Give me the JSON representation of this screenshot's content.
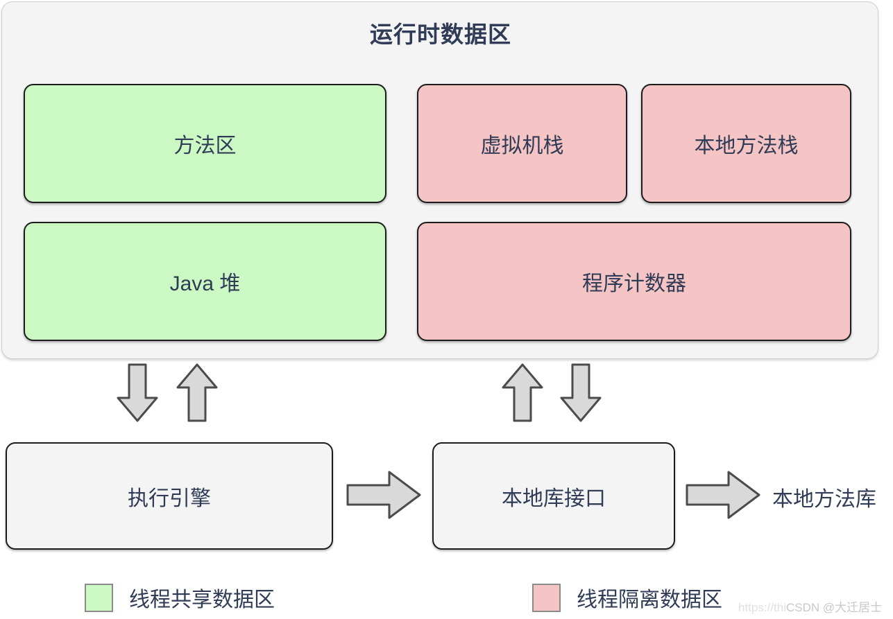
{
  "runtime_area": {
    "title": "运行时数据区",
    "regions": [
      {
        "label": "方法区",
        "type": "shared",
        "color": "#ccf8c4"
      },
      {
        "label": "虚拟机栈",
        "type": "isolated",
        "color": "#f5c4c4"
      },
      {
        "label": "本地方法栈",
        "type": "isolated",
        "color": "#f5c4c4"
      },
      {
        "label": "Java 堆",
        "type": "shared",
        "color": "#ccf8c4"
      },
      {
        "label": "程序计数器",
        "type": "isolated",
        "color": "#f5c4c4"
      }
    ]
  },
  "components": {
    "execution_engine": "执行引擎",
    "native_interface": "本地库接口",
    "native_library": "本地方法库"
  },
  "arrows": [
    {
      "name": "exec-engine-to-heap",
      "direction": "down"
    },
    {
      "name": "heap-to-exec-engine",
      "direction": "up"
    },
    {
      "name": "pc-register-to-native-iface",
      "direction": "up"
    },
    {
      "name": "native-iface-to-pc-register",
      "direction": "down"
    },
    {
      "name": "exec-engine-to-native-iface",
      "direction": "right"
    },
    {
      "name": "native-iface-to-native-lib",
      "direction": "right"
    }
  ],
  "legend": [
    {
      "label": "线程共享数据区",
      "color": "#ccf8c4"
    },
    {
      "label": "线程隔离数据区",
      "color": "#f5c4c4"
    }
  ],
  "watermark": {
    "url": "https://thi",
    "brand": "CSDN",
    "author": "@大迁居士"
  },
  "colors": {
    "shared_green": "#ccf8c4",
    "isolated_pink": "#f5c4c4",
    "text_navy": "#303b56",
    "panel_gray": "#f4f4f5",
    "arrow_gray": "#d8d8d8",
    "outline_dark": "#1c1c1c"
  }
}
